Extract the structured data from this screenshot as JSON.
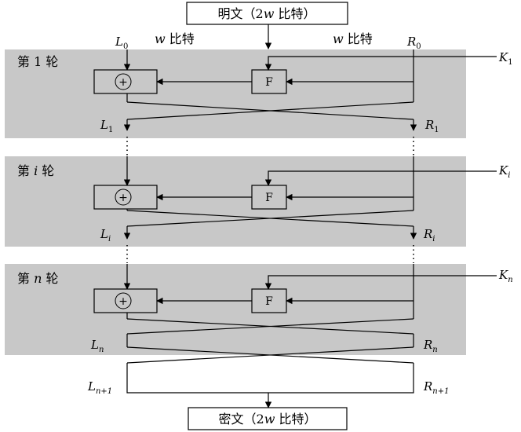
{
  "input_box": {
    "prefix": "明文（2",
    "var": "w",
    "suffix": " 比特）"
  },
  "output_box": {
    "prefix": "密文（2",
    "var": "w",
    "suffix": " 比特）"
  },
  "half_label": {
    "var": "w",
    "unit": " 比特"
  },
  "rounds": [
    {
      "title_prefix": "第 ",
      "title_var": "1",
      "title_suffix": " 轮",
      "key_base": "K",
      "key_sub": "1",
      "in_left_base": "L",
      "in_left_sub": "0",
      "in_right_base": "R",
      "in_right_sub": "0",
      "out_left_base": "L",
      "out_left_sub": "1",
      "out_right_base": "R",
      "out_right_sub": "1",
      "f_label": "F",
      "xor_symbol": "+"
    },
    {
      "title_prefix": "第 ",
      "title_var": "i",
      "title_suffix": " 轮",
      "key_base": "K",
      "key_sub": "i",
      "out_left_base": "L",
      "out_left_sub": "i",
      "out_right_base": "R",
      "out_right_sub": "i",
      "f_label": "F",
      "xor_symbol": "+"
    },
    {
      "title_prefix": "第 ",
      "title_var": "n",
      "title_suffix": " 轮",
      "key_base": "K",
      "key_sub": "n",
      "out_left_base": "L",
      "out_left_sub": "n",
      "out_right_base": "R",
      "out_right_sub": "n",
      "f_label": "F",
      "xor_symbol": "+"
    }
  ],
  "final_outputs": {
    "left_base": "L",
    "left_sub": "n+1",
    "right_base": "R",
    "right_sub": "n+1"
  },
  "colors": {
    "round_panel": "#c8c8c8",
    "line": "#000000",
    "box_fill": "#c8c8c8"
  }
}
